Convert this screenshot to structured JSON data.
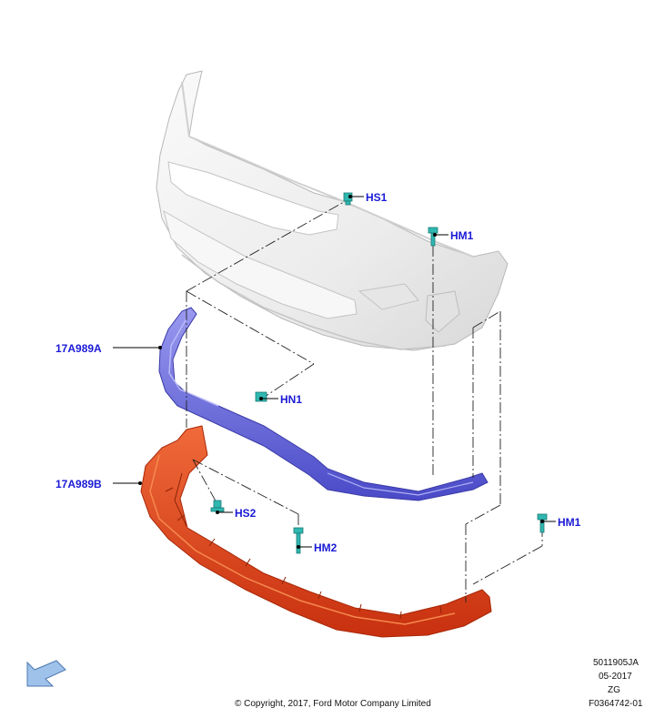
{
  "callouts": {
    "hs1": "HS1",
    "hm1_top": "HM1",
    "part_a": "17A989A",
    "hn1": "HN1",
    "part_b": "17A989B",
    "hs2": "HS2",
    "hm2": "HM2",
    "hm1_right": "HM1"
  },
  "footer": {
    "copyright": "© Copyright, 2017, Ford Motor Company Limited",
    "code1": "5011905JA",
    "date": "05-2017",
    "code2": "ZG",
    "code3": "F0364742-01"
  },
  "colors": {
    "bumper": "#f1f1f1",
    "deflector_a": "#6a6ae0",
    "deflector_b": "#e3401e",
    "fastener": "#2fb7b0",
    "callout_text": "#1a1ad6"
  },
  "icons": {
    "nav_arrow": "arrow-down-left-icon"
  }
}
